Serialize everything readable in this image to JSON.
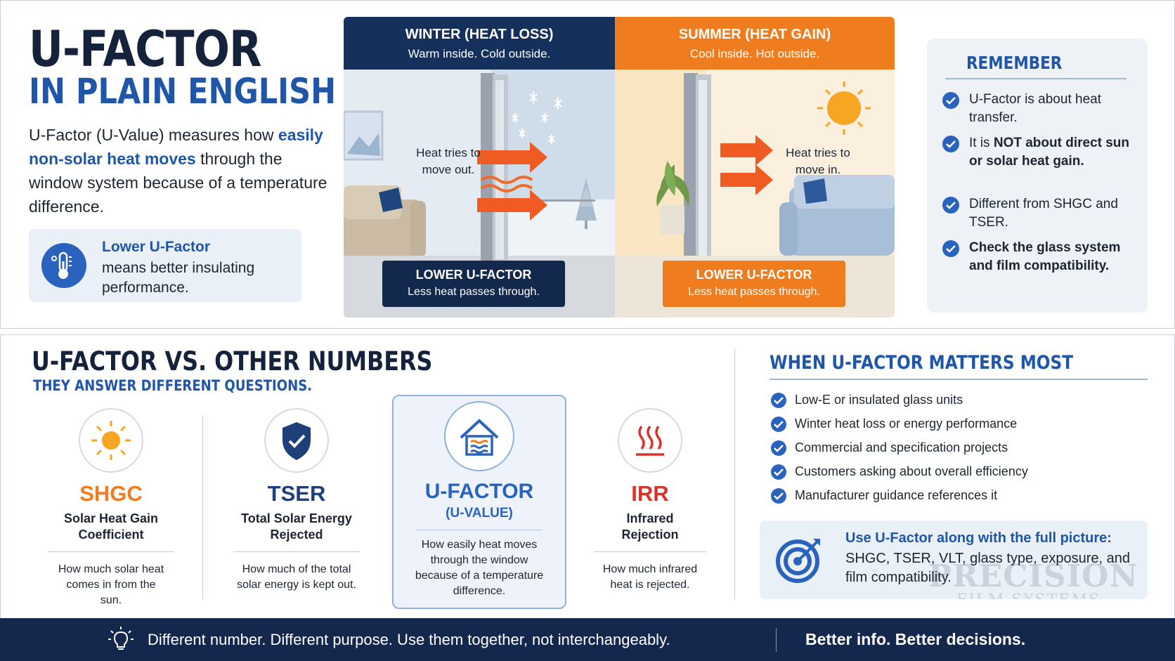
{
  "title": {
    "line1": "U-FACTOR",
    "line2": "IN PLAIN ENGLISH"
  },
  "intro": {
    "before": "U-Factor (U-Value) measures how ",
    "highlight": "easily non-solar heat moves",
    "after": " through the window system because of a temperature difference."
  },
  "lower_box": {
    "title": "Lower U-Factor",
    "text": "means better insulating performance.",
    "icon": "thermometer-icon"
  },
  "scene": {
    "winter": {
      "title": "WINTER (HEAT LOSS)",
      "subtitle": "Warm inside. Cold outside.",
      "label": "Heat tries to move out.",
      "badge_title": "LOWER U-FACTOR",
      "badge_text": "Less heat passes through.",
      "accent": "#16305c"
    },
    "summer": {
      "title": "SUMMER (HEAT GAIN)",
      "subtitle": "Cool inside. Hot outside.",
      "label": "Heat tries to move in.",
      "badge_title": "LOWER U-FACTOR",
      "badge_text": "Less heat passes through.",
      "accent": "#ef7d1f"
    }
  },
  "remember": {
    "title": "REMEMBER",
    "items": [
      {
        "text": "U-Factor is about heat transfer."
      },
      {
        "pre": "It is ",
        "bold": "NOT about direct sun or solar heat gain.",
        "post": ""
      },
      {
        "text": "Different from SHGC and TSER."
      },
      {
        "text": "Check the glass system and film compatibility."
      }
    ]
  },
  "compare": {
    "title": "U-FACTOR VS. OTHER NUMBERS",
    "subtitle": "THEY ANSWER DIFFERENT QUESTIONS.",
    "metrics": [
      {
        "name": "SHGC",
        "full": "Solar Heat Gain Coefficient",
        "desc": "How much solar heat comes in from the sun.",
        "color": "#ef7d1f",
        "icon": "sun-icon"
      },
      {
        "name": "TSER",
        "full": "Total Solar Energy Rejected",
        "desc": "How much of the total solar energy is kept out.",
        "color": "#1f3f7a",
        "icon": "shield-check-icon"
      },
      {
        "name": "U-FACTOR",
        "full": "(U-VALUE)",
        "desc": "How easily heat moves through the window because of a temperature difference.",
        "color": "#2a63bd",
        "icon": "house-heat-icon"
      },
      {
        "name": "IRR",
        "full": "Infrared Rejection",
        "desc": "How much infrared heat is rejected.",
        "color": "#d8342c",
        "icon": "heat-waves-icon"
      }
    ]
  },
  "when": {
    "title": "WHEN U-FACTOR MATTERS MOST",
    "items": [
      "Low-E or insulated glass units",
      "Winter heat loss or energy performance",
      "Commercial and specification projects",
      "Customers asking about overall efficiency",
      "Manufacturer guidance references it"
    ]
  },
  "use_box": {
    "title": "Use U-Factor along with the full picture:",
    "text": "SHGC, TSER, VLT, glass type, exposure, and film compatibility.",
    "icon": "target-icon"
  },
  "watermark": {
    "logo": "PRECISION",
    "tagline": "FILM SYSTEMS"
  },
  "footer": {
    "left": "Different number. Different purpose. Use them together, not interchangeably.",
    "right": "Better info. Better decisions.",
    "icon": "lightbulb-icon"
  }
}
